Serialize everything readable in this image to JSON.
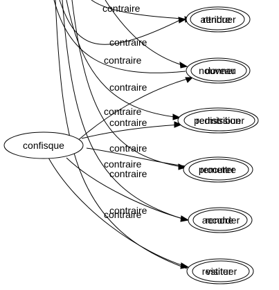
{
  "source": {
    "label": "confisque"
  },
  "edge_label": "contraire",
  "targets": [
    {
      "labels": [
        "attribuer",
        "rendre"
      ]
    },
    {
      "labels": [
        "nouveau",
        "donner"
      ]
    },
    {
      "labels": [
        "permission",
        "redistribuer"
      ]
    },
    {
      "labels": [
        "remettre",
        "procurer"
      ]
    },
    {
      "labels": [
        "rendre",
        "accorder"
      ]
    },
    {
      "labels": [
        "restituer",
        "visiter"
      ]
    }
  ]
}
